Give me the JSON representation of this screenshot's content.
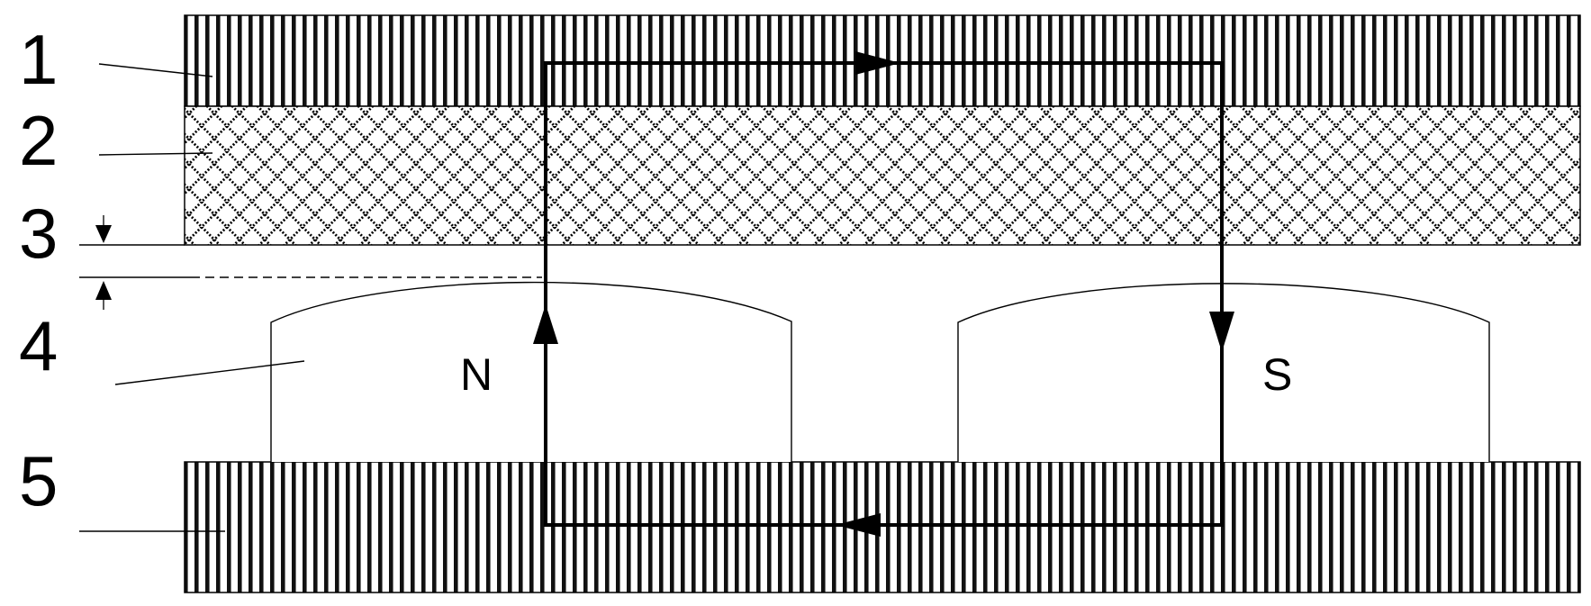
{
  "labels": {
    "layer_1": "1",
    "layer_2": "2",
    "gap_3": "3",
    "magnet_4": "4",
    "layer_5": "5",
    "north_pole": "N",
    "south_pole": "S"
  },
  "colors": {
    "ink": "#000000",
    "background": "#ffffff"
  }
}
